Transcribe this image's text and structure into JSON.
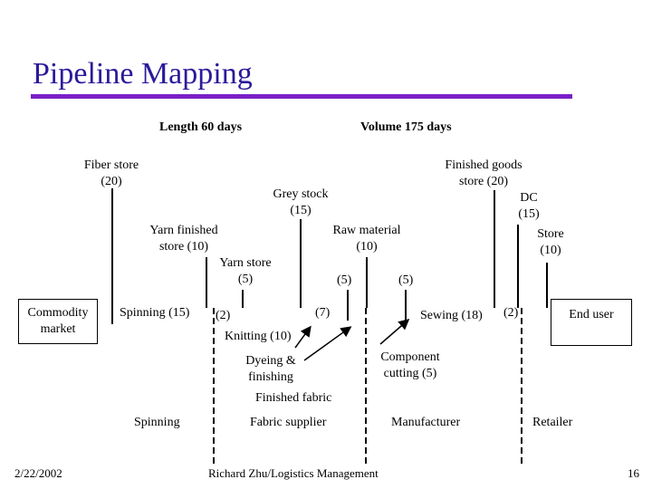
{
  "slide": {
    "title": "Pipeline Mapping",
    "summary": {
      "length": "Length 60 days",
      "volume": "Volume 175 days"
    },
    "stock_labels": {
      "fiber_store_1": "Fiber store",
      "fiber_store_2": "(20)",
      "grey_stock_1": "Grey stock",
      "grey_stock_2": "(15)",
      "finished_goods_1": "Finished goods",
      "finished_goods_2": "store (20)",
      "dc_1": "DC",
      "dc_2": "(15)",
      "store_1": "Store",
      "store_2": "(10)",
      "yarn_finished_1": "Yarn finished",
      "yarn_finished_2": "store (10)",
      "raw_material_1": "Raw material",
      "raw_material_2": "(10)",
      "yarn_store_1": "Yarn store",
      "yarn_store_2": "(5)",
      "five_a": "(5)",
      "five_b": "(5)"
    },
    "process_labels": {
      "spinning": "Spinning (15)",
      "two_a": "(2)",
      "seven": "(7)",
      "sewing": "Sewing (18)",
      "two_b": "(2)",
      "knitting": "Knitting (10)",
      "dyeing_1": "Dyeing &",
      "dyeing_2": "finishing",
      "finished_fabric": "Finished fabric",
      "component_1": "Component",
      "component_2": "cutting (5)"
    },
    "nodes": {
      "commodity_1": "Commodity",
      "commodity_2": "market",
      "end_user": "End user"
    },
    "stages": {
      "spinning": "Spinning",
      "fabric_supplier": "Fabric supplier",
      "manufacturer": "Manufacturer",
      "retailer": "Retailer"
    },
    "footer": {
      "date": "2/22/2002",
      "author": "Richard Zhu/Logistics Management",
      "page": "16"
    }
  }
}
